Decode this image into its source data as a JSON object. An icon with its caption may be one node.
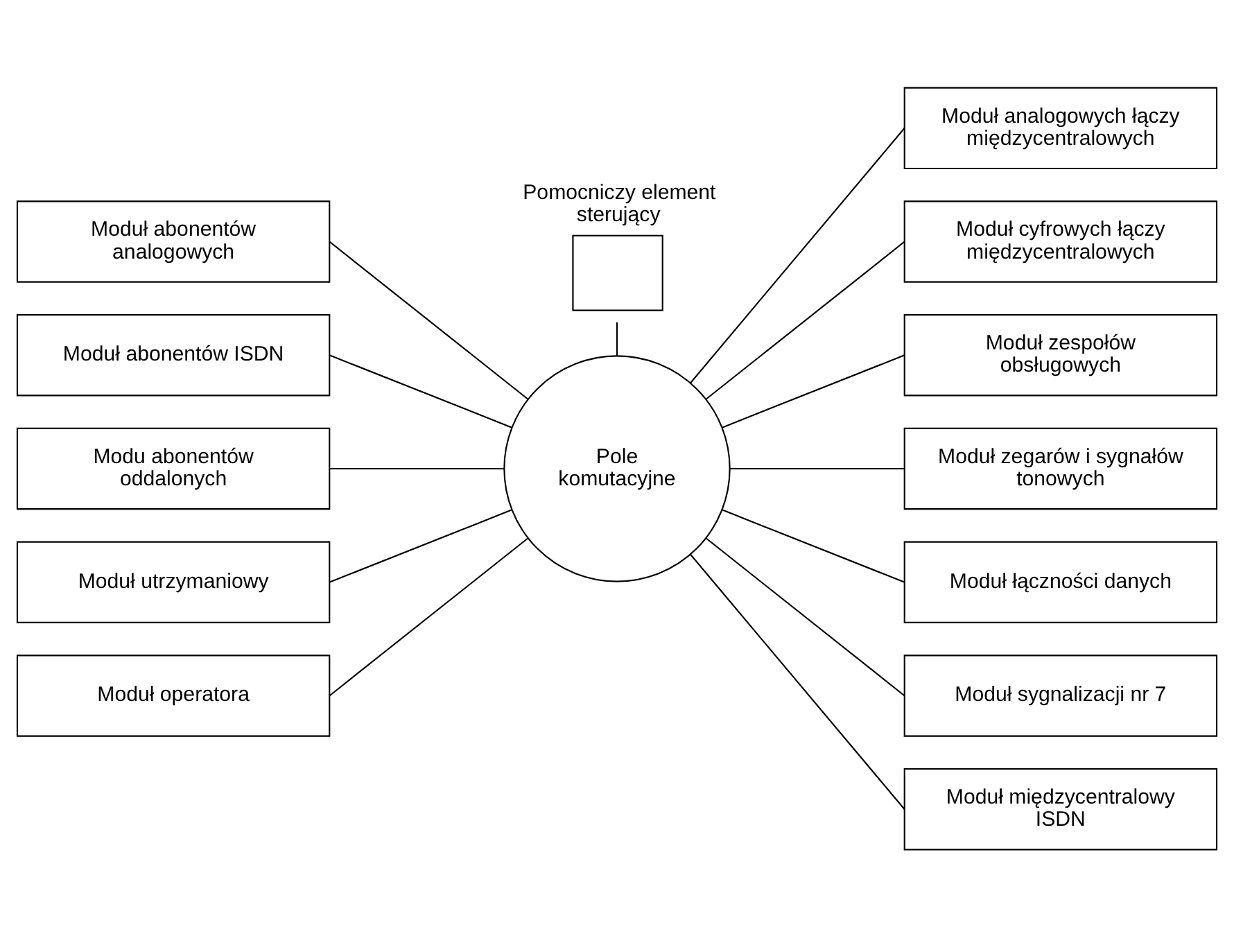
{
  "diagram": {
    "nodes": [
      {
        "text": [
          "Pole komutacyjne"
        ]
      },
      {
        "text": [
          "Pomocniczy element sterujący"
        ]
      },
      {
        "text": [
          "Moduł abonentów analogowych"
        ]
      },
      {
        "text": [
          "Moduł abonentów ISDN"
        ]
      },
      {
        "text": [
          "Modu abonentów oddalonych"
        ]
      },
      {
        "text": [
          "Moduł utrzymaniowy"
        ]
      },
      {
        "text": [
          "Moduł operatora"
        ]
      },
      {
        "text": [
          "Moduł analogowych łączy międzycentralowych"
        ]
      },
      {
        "text": [
          "Moduł cyfrowych łączy międzycentralowych"
        ]
      },
      {
        "text": [
          "Moduł zespołów obsługowych"
        ]
      },
      {
        "text": [
          "Moduł zegarów i sygnałów tonowych"
        ]
      },
      {
        "text": [
          "Moduł łączności danych"
        ]
      },
      {
        "text": [
          "Moduł sygnalizacji nr 7"
        ]
      },
      {
        "text": [
          "Moduł międzycentralowy ISDN"
        ]
      }
    ],
    "edges": [
      {
        "from": 0,
        "to": 1,
        "arrow": "none"
      },
      {
        "from": 0,
        "to": 2,
        "arrow": "none"
      },
      {
        "from": 0,
        "to": 3,
        "arrow": "none"
      },
      {
        "from": 0,
        "to": 4,
        "arrow": "none"
      },
      {
        "from": 0,
        "to": 5,
        "arrow": "none"
      },
      {
        "from": 0,
        "to": 6,
        "arrow": "none"
      },
      {
        "from": 0,
        "to": 7,
        "arrow": "none"
      },
      {
        "from": 0,
        "to": 8,
        "arrow": "none"
      },
      {
        "from": 0,
        "to": 9,
        "arrow": "none"
      },
      {
        "from": 0,
        "to": 10,
        "arrow": "none"
      },
      {
        "from": 0,
        "to": 11,
        "arrow": "none"
      },
      {
        "from": 0,
        "to": 12,
        "arrow": "none"
      },
      {
        "from": 0,
        "to": 13,
        "arrow": "none"
      }
    ]
  }
}
